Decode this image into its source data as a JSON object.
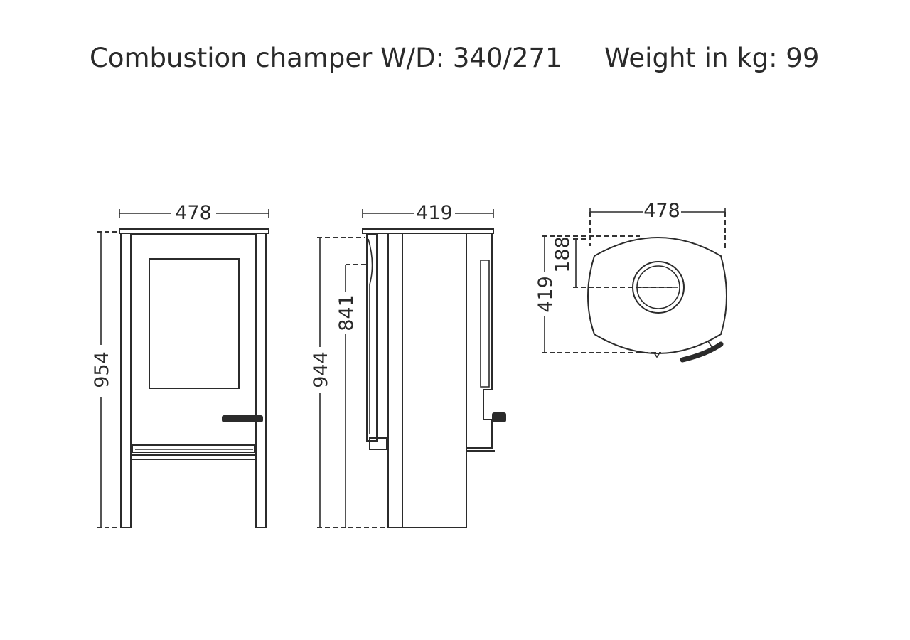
{
  "specs": {
    "chamber": "Combustion champer W/D: 340/271",
    "weight": "Weight in kg: 99"
  },
  "views": {
    "front": {
      "width_label": "478",
      "height_label": "954"
    },
    "side": {
      "depth_label": "419",
      "height_label": "944",
      "outlet_height_label": "841"
    },
    "top": {
      "width_label": "478",
      "depth_label": "419",
      "outlet_offset_label": "188"
    }
  }
}
